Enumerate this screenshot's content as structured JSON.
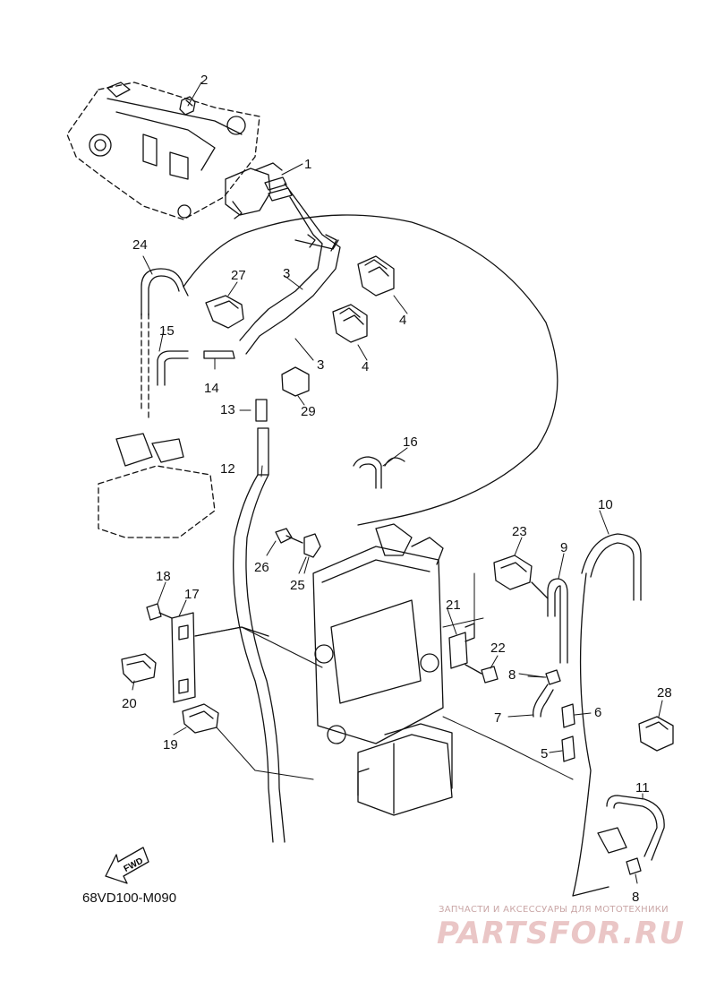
{
  "diagram": {
    "callouts": [
      {
        "id": "c1",
        "label": "1"
      },
      {
        "id": "c2",
        "label": "2"
      },
      {
        "id": "c3a",
        "label": "3"
      },
      {
        "id": "c3b",
        "label": "3"
      },
      {
        "id": "c4a",
        "label": "4"
      },
      {
        "id": "c4b",
        "label": "4"
      },
      {
        "id": "c5",
        "label": "5"
      },
      {
        "id": "c6",
        "label": "6"
      },
      {
        "id": "c7",
        "label": "7"
      },
      {
        "id": "c8a",
        "label": "8"
      },
      {
        "id": "c8b",
        "label": "8"
      },
      {
        "id": "c9",
        "label": "9"
      },
      {
        "id": "c10",
        "label": "10"
      },
      {
        "id": "c11",
        "label": "11"
      },
      {
        "id": "c12",
        "label": "12"
      },
      {
        "id": "c13",
        "label": "13"
      },
      {
        "id": "c14",
        "label": "14"
      },
      {
        "id": "c15",
        "label": "15"
      },
      {
        "id": "c16",
        "label": "16"
      },
      {
        "id": "c17",
        "label": "17"
      },
      {
        "id": "c18",
        "label": "18"
      },
      {
        "id": "c19",
        "label": "19"
      },
      {
        "id": "c20",
        "label": "20"
      },
      {
        "id": "c21",
        "label": "21"
      },
      {
        "id": "c22",
        "label": "22"
      },
      {
        "id": "c23",
        "label": "23"
      },
      {
        "id": "c24",
        "label": "24"
      },
      {
        "id": "c25",
        "label": "25"
      },
      {
        "id": "c26",
        "label": "26"
      },
      {
        "id": "c27",
        "label": "27"
      },
      {
        "id": "c28",
        "label": "28"
      },
      {
        "id": "c29",
        "label": "29"
      }
    ],
    "fwd_label": "FWD",
    "diagram_code": "68VD100-M090"
  },
  "watermark": {
    "tagline": "ЗАПЧАСТИ И АКСЕССУАРЫ ДЛЯ МОТОТЕХНИКИ",
    "brand": "PARTSFOR.RU"
  }
}
